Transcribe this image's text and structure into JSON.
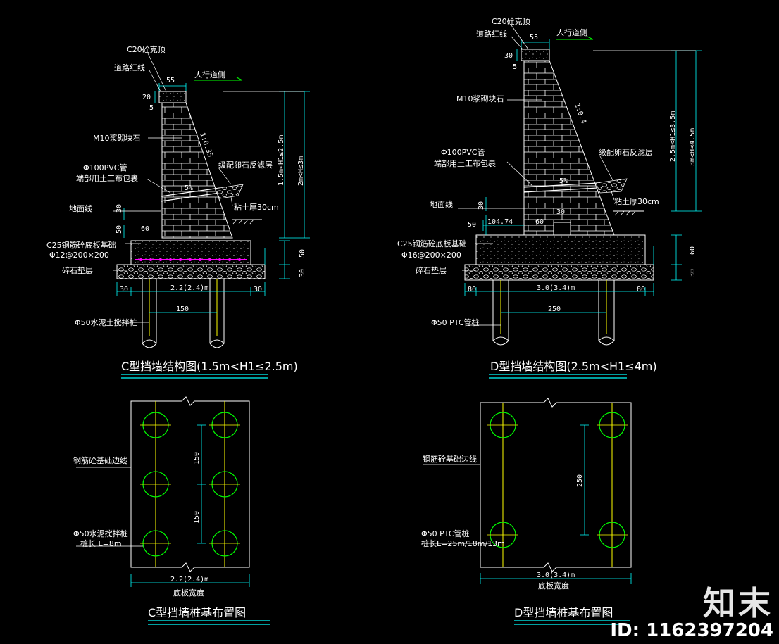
{
  "colors": {
    "background": "#000000",
    "line": "#ffffff",
    "dimension": "#00ffff",
    "pile": "#ffff00",
    "ground": "#00ff00",
    "rebar": "#ff00ff"
  },
  "c_section": {
    "top_label": "C20砼克顶",
    "red_line": "道路红线",
    "sidewalk": "人行道侧",
    "dim_top": "55",
    "dim_cap": "20",
    "dim_step": "5",
    "masonry": "M10浆砌块石",
    "slope": "1:0.35",
    "pipe_1": "Φ100PVC管",
    "pipe_2": "端部用土工布包裹",
    "grade": "5%",
    "filter": "级配卵石反滤层",
    "clay": "粘土厚30cm",
    "ground": "地面线",
    "dim_30": "30",
    "dim_50": "50",
    "dim_60": "60",
    "base": "C25钢筋砼底板基础",
    "rebar": "Φ12@200×200",
    "gravel": "碎石垫层",
    "width": "2.2(2.4)m",
    "side_l": "30",
    "side_r": "30",
    "spacing": "150",
    "pile": "Φ50水泥土搅拌桩",
    "h1": "1.5m<H1≤2.5m",
    "h2": "2m<H≤3m",
    "right_50": "50",
    "right_30": "30",
    "title": "C型挡墙结构图(1.5m<H1≤2.5m)"
  },
  "d_section": {
    "top_label": "C20砼克顶",
    "red_line": "道路红线",
    "sidewalk": "人行道侧",
    "dim_top": "55",
    "dim_cap": "30",
    "dim_step": "5",
    "masonry": "M10浆砌块石",
    "slope": "1:0.4",
    "pipe_1": "Φ100PVC管",
    "pipe_2": "端部用土工布包裹",
    "grade": "5%",
    "filter": "级配卵石反滤层",
    "clay": "粘土厚30cm",
    "ground": "地面线",
    "dim_30": "30",
    "dim_50": "50",
    "dim_104": "104.74",
    "dim_60": "60",
    "dim_30b": "30",
    "base": "C25钢筋砼底板基础",
    "rebar": "Φ16@200×200",
    "gravel": "碎石垫层",
    "width": "3.0(3.4)m",
    "side_l": "80",
    "side_r": "80",
    "spacing": "250",
    "pile": "Φ50 PTC管桩",
    "h1": "2.5m<H1≤3.5m",
    "h2": "3m<H≤4.5m",
    "right_60": "60",
    "right_30": "30",
    "title": "D型挡墙结构图(2.5m<H1≤4m)"
  },
  "c_plan": {
    "edge": "钢筋砼基础边线",
    "dim_1": "150",
    "dim_2": "150",
    "pile_1": "Φ50水泥搅拌桩",
    "pile_2": "桩长 L=8m",
    "width": "2.2(2.4)m",
    "width_label": "底板宽度",
    "title": "C型挡墙桩基布置图"
  },
  "d_plan": {
    "edge": "钢筋砼基础边线",
    "dim": "250",
    "pile_1": "Φ50 PTC管桩",
    "pile_2": "桩长L=25m/18m/13m",
    "width": "3.0(3.4)m",
    "width_label": "底板宽度",
    "title": "D型挡墙桩基布置图"
  },
  "watermark": {
    "brand": "知末",
    "id": "ID: 1162397204"
  }
}
